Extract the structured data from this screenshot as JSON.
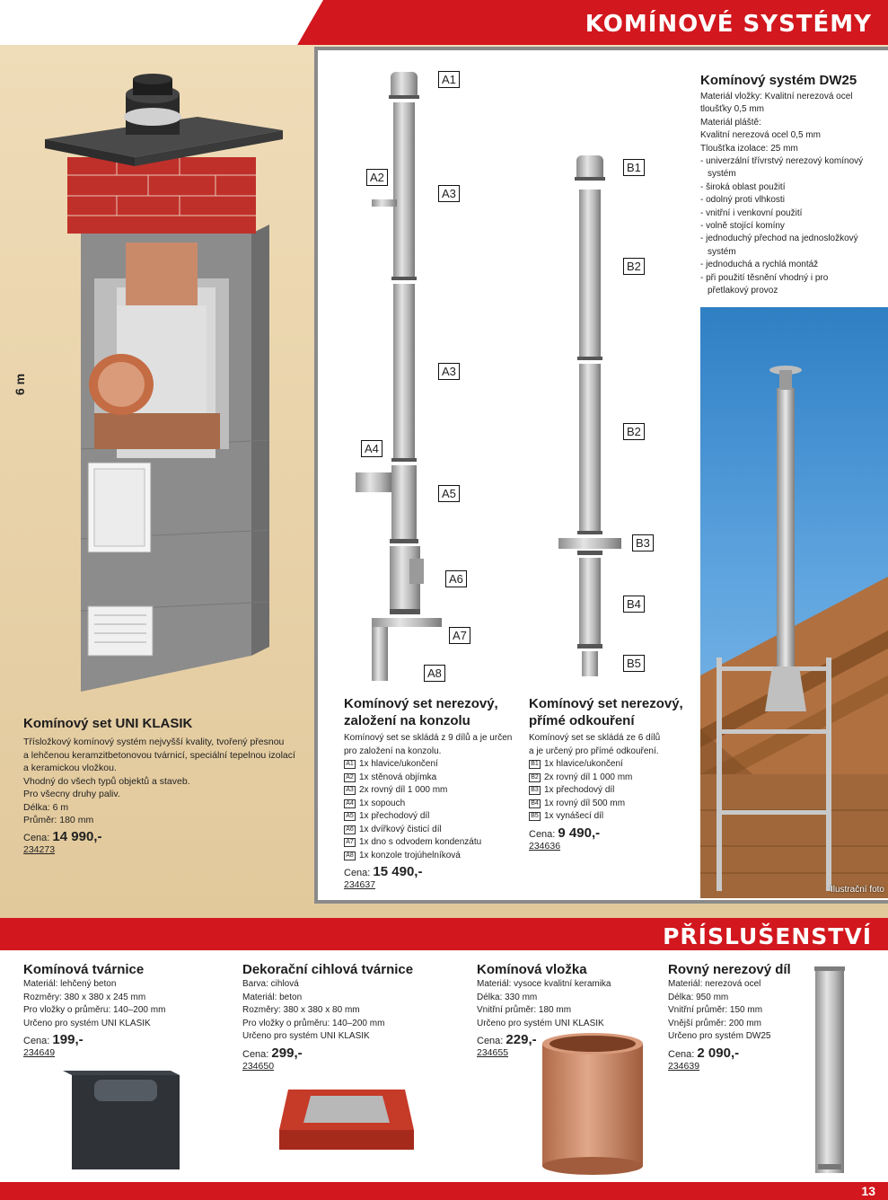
{
  "header": {
    "title": "KOMÍNOVÉ SYSTÉMY"
  },
  "uni": {
    "height_label": "6 m",
    "title": "Komínový set UNI KLASIK",
    "lines": [
      "Třísložkový komínový systém nejvyšší kvality, tvořený přesnou",
      "a lehčenou keramzitbetonovou tvárnicí, speciální tepelnou izolací",
      "a keramickou vložkou.",
      "Vhodný do všech typů objektů a staveb.",
      "Pro všecny druhy paliv.",
      "Délka: 6 m",
      "Průměr: 180 mm"
    ],
    "price_label": "Cena:",
    "price": "14 990,-",
    "code": "234273"
  },
  "dw25": {
    "title": "Komínový systém DW25",
    "lines": [
      "Materiál vložky: Kvalitní nerezová ocel",
      "tloušťky 0,5 mm",
      "Materiál pláště:",
      "Kvalitní nerezová ocel 0,5 mm",
      "Tloušťka izolace: 25 mm",
      "- univerzální třívrstvý nerezový komínový",
      "  systém",
      "- široká oblast použití",
      "- odolný proti vlhkosti",
      "- vnitřní i venkovní použití",
      "- volně stojící komíny",
      "- jednoduchý přechod na jednosložkový",
      "  systém",
      "- jednoduchá a rychlá montáž",
      "- při použití těsnění vhodný i pro",
      "  přetlakový provoz"
    ],
    "photo_caption": "Ilustrační foto"
  },
  "setA": {
    "title1": "Komínový set nerezový,",
    "title2": "založení na konzolu",
    "intro1": "Komínový set se skládá z 9 dílů a je určen",
    "intro2": "pro založení na konzolu.",
    "parts": [
      {
        "code": "A1",
        "text": "1x hlavice/ukončení"
      },
      {
        "code": "A2",
        "text": "1x stěnová objímka"
      },
      {
        "code": "A3",
        "text": "2x rovný díl 1 000 mm"
      },
      {
        "code": "A4",
        "text": "1x sopouch"
      },
      {
        "code": "A5",
        "text": "1x přechodový díl"
      },
      {
        "code": "A6",
        "text": "1x dvířkový čisticí díl"
      },
      {
        "code": "A7",
        "text": "1x dno s odvodem kondenzátu"
      },
      {
        "code": "A8",
        "text": "1x konzole trojúhelníková"
      }
    ],
    "price_label": "Cena:",
    "price": "15 490,-",
    "code": "234637",
    "labels": [
      "A1",
      "A2",
      "A3",
      "A3",
      "A4",
      "A5",
      "A6",
      "A7",
      "A8"
    ]
  },
  "setB": {
    "title1": "Komínový set nerezový,",
    "title2": "přímé odkouření",
    "intro1": "Komínový set se skládá ze 6 dílů",
    "intro2": "a je určený pro přímé odkouření.",
    "parts": [
      {
        "code": "B1",
        "text": "1x hlavice/ukončení"
      },
      {
        "code": "B2",
        "text": "2x rovný díl 1 000 mm"
      },
      {
        "code": "B3",
        "text": "1x přechodový díl"
      },
      {
        "code": "B4",
        "text": "1x rovný díl 500 mm"
      },
      {
        "code": "B5",
        "text": "1x vynášecí díl"
      }
    ],
    "price_label": "Cena:",
    "price": "9 490,-",
    "code": "234636",
    "labels": [
      "B1",
      "B2",
      "B2",
      "B3",
      "B4",
      "B5"
    ]
  },
  "accessories": {
    "title": "PŘÍSLUŠENSTVÍ",
    "items": [
      {
        "title": "Komínová tvárnice",
        "lines": [
          "Materiál: lehčený beton",
          "Rozměry: 380 x 380 x 245 mm",
          "Pro vložky o průměru: 140–200 mm",
          "Určeno pro systém UNI KLASIK"
        ],
        "price_label": "Cena:",
        "price": "199,-",
        "code": "234649"
      },
      {
        "title": "Dekorační cihlová tvárnice",
        "lines": [
          "Barva: cihlová",
          "Materiál: beton",
          "Rozměry: 380 x 380 x 80 mm",
          "Pro vložky o průměru: 140–200 mm",
          "Určeno pro systém UNI KLASIK"
        ],
        "price_label": "Cena:",
        "price": "299,-",
        "code": "234650"
      },
      {
        "title": "Komínová vložka",
        "lines": [
          "Materiál: vysoce kvalitní keramika",
          "Délka: 330 mm",
          "Vnitřní průměr: 180 mm",
          "Určeno pro systém UNI KLASIK"
        ],
        "price_label": "Cena:",
        "price": "229,-",
        "code": "234655"
      },
      {
        "title": "Rovný nerezový díl",
        "lines": [
          "Materiál: nerezová ocel",
          "Délka: 950 mm",
          "Vnitřní průměr: 150 mm",
          "Vnější průměr: 200 mm",
          "Určeno pro systém DW25"
        ],
        "price_label": "Cena:",
        "price": "2 090,-",
        "code": "234639"
      }
    ]
  },
  "page_number": "13"
}
